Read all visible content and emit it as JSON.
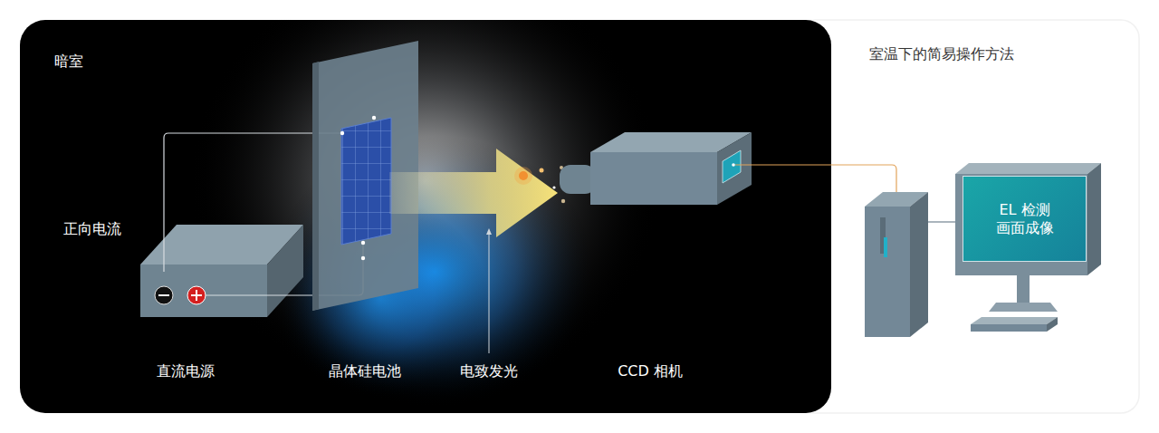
{
  "diagram": {
    "nodes": [
      {
        "text": [
          "暗室"
        ]
      },
      {
        "text": [
          "室温下的简易操作方法"
        ]
      },
      {
        "text": [
          "EL 检测 画面成像"
        ],
        "in": 1
      }
    ],
    "labels": [
      "正向电流",
      "直流电源",
      "晶体硅电池",
      "电致发光",
      "CCD 相机"
    ]
  }
}
